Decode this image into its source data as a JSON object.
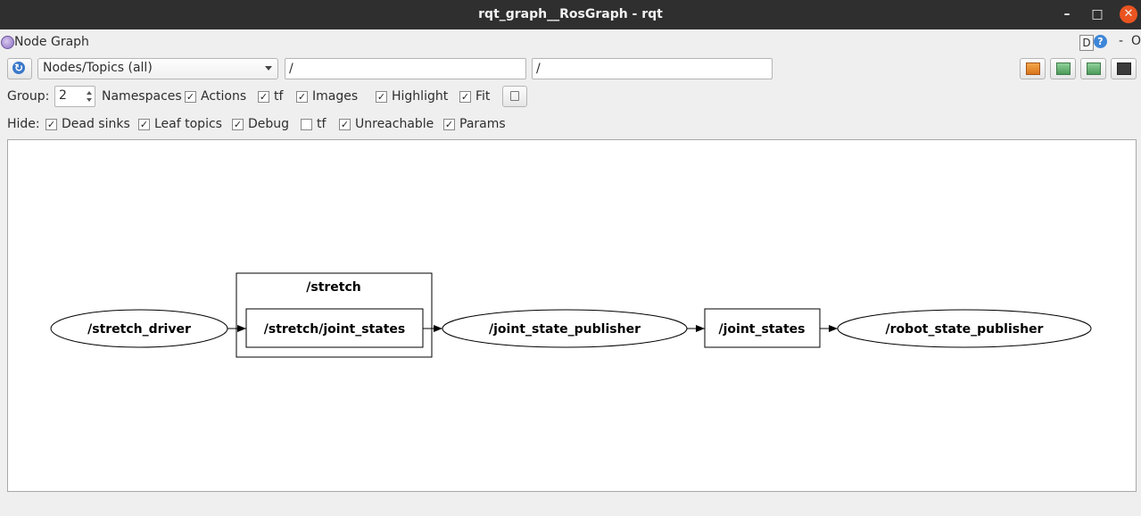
{
  "window": {
    "title": "rqt_graph__RosGraph - rqt",
    "minimize": "–",
    "maximize": "□",
    "close": "✕"
  },
  "plugin": {
    "title": "Node Graph",
    "d_label": "D",
    "help_label": "?",
    "dash_label": "-",
    "o_label": "O"
  },
  "toolbar": {
    "refresh_icon": "refresh-icon",
    "refresh_glyph": "↻",
    "graph_type": "Nodes/Topics (all)",
    "node_filter": "/",
    "topic_filter": "/",
    "buttons": [
      "load-dot-icon",
      "save-dot-icon",
      "save-svg-icon",
      "screenshot-icon"
    ]
  },
  "options": {
    "group_label": "Group:",
    "group_value": "2",
    "namespaces": {
      "label": "Namespaces",
      "checked": true
    },
    "actions": {
      "label": "Actions",
      "checked": true
    },
    "tf": {
      "label": "tf",
      "checked": true
    },
    "images": {
      "label": "Images",
      "checked": true
    },
    "highlight": {
      "label": "Highlight",
      "checked": true
    },
    "fit": {
      "label": "Fit",
      "checked": true
    }
  },
  "hide": {
    "label": "Hide:",
    "dead_sinks": {
      "label": "Dead sinks",
      "checked": true
    },
    "leaf_topics": {
      "label": "Leaf topics",
      "checked": true
    },
    "debug": {
      "label": "Debug",
      "checked": true
    },
    "tf": {
      "label": "tf",
      "checked": false
    },
    "unreachable": {
      "label": "Unreachable",
      "checked": true
    },
    "params": {
      "label": "Params",
      "checked": true
    }
  },
  "graph": {
    "namespace_box": "/stretch",
    "nodes": {
      "stretch_driver": "/stretch_driver",
      "joint_states_topic_ns": "/stretch/joint_states",
      "joint_state_publisher": "/joint_state_publisher",
      "joint_states_topic": "/joint_states",
      "robot_state_publisher": "/robot_state_publisher"
    }
  }
}
